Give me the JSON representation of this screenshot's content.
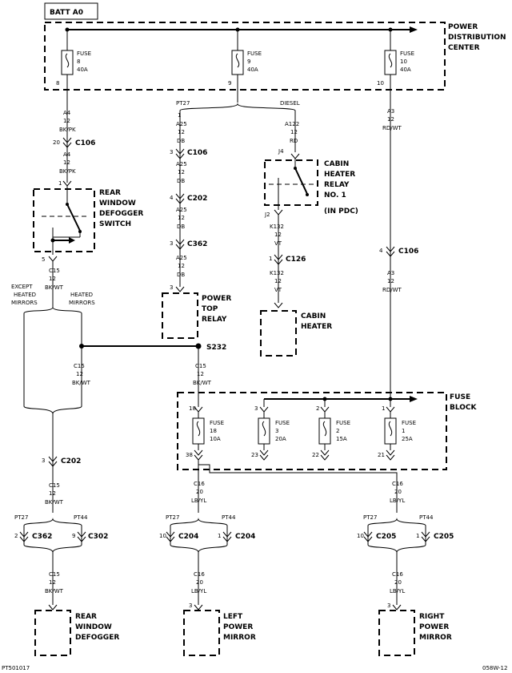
{
  "header": {
    "batt": "BATT A0"
  },
  "pdc": {
    "title": [
      "POWER",
      "DISTRIBUTION",
      "CENTER"
    ]
  },
  "fuse_block": {
    "title": [
      "FUSE",
      "BLOCK"
    ]
  },
  "pdc_fuses": [
    {
      "lines": [
        "FUSE",
        "8",
        "40A"
      ],
      "pin": "8"
    },
    {
      "lines": [
        "FUSE",
        "9",
        "40A"
      ],
      "pin": "9"
    },
    {
      "lines": [
        "FUSE",
        "10",
        "40A"
      ],
      "pin": "10"
    }
  ],
  "block_fuses": [
    {
      "lines": [
        "FUSE",
        "18",
        "10A"
      ],
      "top_pin": "18",
      "bot_pin": "38"
    },
    {
      "lines": [
        "FUSE",
        "3",
        "20A"
      ],
      "top_pin": "3",
      "bot_pin": "23"
    },
    {
      "lines": [
        "FUSE",
        "2",
        "15A"
      ],
      "top_pin": "2",
      "bot_pin": "22"
    },
    {
      "lines": [
        "FUSE",
        "1",
        "25A"
      ],
      "top_pin": "1",
      "bot_pin": "21"
    }
  ],
  "wires": {
    "a4": [
      "A4",
      "12",
      "BK/PK"
    ],
    "a25": [
      "A25",
      "12",
      "DB"
    ],
    "a122": [
      "A122",
      "12",
      "RD"
    ],
    "a3": [
      "A3",
      "12",
      "RD/WT"
    ],
    "k132": [
      "K132",
      "12",
      "VT"
    ],
    "c15": [
      "C15",
      "12",
      "BK/WT"
    ],
    "c16": [
      "C16",
      "20",
      "LB/YL"
    ]
  },
  "variants": {
    "pt27": "PT27",
    "pt44": "PT44",
    "diesel": "DIESEL",
    "except_heated": [
      "EXCEPT",
      "HEATED",
      "MIRRORS"
    ],
    "heated": [
      "HEATED",
      "MIRRORS"
    ]
  },
  "connectors": {
    "c106": "C106",
    "c202": "C202",
    "c362": "C362",
    "c126": "C126",
    "c302": "C302",
    "c204": "C204",
    "c205": "C205",
    "s232": "S232"
  },
  "pins": {
    "p1": "1",
    "p2": "2",
    "p3": "3",
    "p4": "4",
    "p5": "5",
    "p9": "9",
    "p10": "10",
    "p20": "20",
    "j4": "J4",
    "j2": "J2"
  },
  "components": {
    "rear_switch": [
      "REAR",
      "WINDOW",
      "DEFOGGER",
      "SWITCH"
    ],
    "power_top": [
      "POWER",
      "TOP",
      "RELAY"
    ],
    "cabin_relay": [
      "CABIN",
      "HEATER",
      "RELAY",
      "NO. 1",
      "(IN PDC)"
    ],
    "cabin_heater": [
      "CABIN",
      "HEATER"
    ],
    "rear_defogger": [
      "REAR",
      "WINDOW",
      "DEFOGGER"
    ],
    "left_mirror": [
      "LEFT",
      "POWER",
      "MIRROR"
    ],
    "right_mirror": [
      "RIGHT",
      "POWER",
      "MIRROR"
    ]
  },
  "footer": {
    "left": "PT501017",
    "right": "058W-12"
  }
}
